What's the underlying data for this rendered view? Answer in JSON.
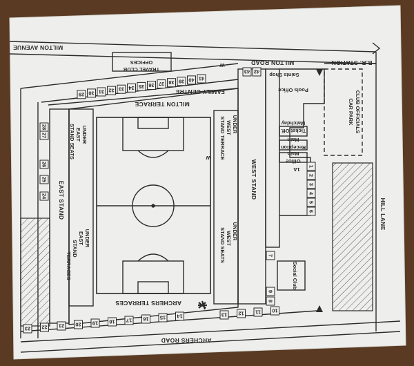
{
  "map": {
    "roads": {
      "milton_avenue": "MILTON AVENUE",
      "milton_road": "MILTON ROAD",
      "milton_terrace": "MILTON TERRACE",
      "archers_road": "ARCHERS ROAD",
      "hill_lane": "HILL LANE",
      "br_station": "B.R. STATION"
    },
    "buildings": {
      "travel_club_offices": [
        "TRAVEL CLUB",
        "OFFICES"
      ],
      "family_centre": "FAMILY CENTRE",
      "saints_shop": "Saints Shop",
      "pools_office": "Pools Office",
      "matchday_ticket_office": [
        "Matchday",
        "Ticket Off."
      ],
      "main_reception": [
        "Main",
        "Reception"
      ],
      "main_office": [
        "Main",
        "Office"
      ],
      "social_club": "Social Club",
      "club_officials_car_park": [
        "CLUB OFFICIALS",
        "CAR PARK"
      ]
    },
    "stands": {
      "under_east_stand_seats": [
        "UNDER",
        "EAST",
        "STAND SEATS"
      ],
      "east_stand": "EAST STAND",
      "under_east_stand_terraces": [
        "UNDER",
        "EAST",
        "STAND",
        "TERRACES"
      ],
      "under_west_stand_terrace": [
        "UNDER",
        "WEST",
        "STAND TERRACE"
      ],
      "west_stand": "WEST STAND",
      "under_west_stand_seats": [
        "UNDER",
        "WEST",
        "STAND SEATS"
      ],
      "archers_terraces": "ARCHERS TERRACES"
    },
    "markers": {
      "w1": "W",
      "w2": "W",
      "block_1a": "1A"
    },
    "gates": {
      "milton_road": [
        "41",
        "40",
        "39",
        "38",
        "37",
        "36",
        "35",
        "34",
        "33",
        "32",
        "31",
        "30",
        "29",
        "43",
        "42"
      ],
      "east_side": [
        "28",
        "27",
        "26",
        "25",
        "24"
      ],
      "archers_road": [
        "23",
        "22",
        "21",
        "20",
        "19",
        "18",
        "17",
        "16",
        "15",
        "14",
        "13",
        "12",
        "11",
        "10"
      ],
      "west_side": [
        "1",
        "2",
        "3",
        "4",
        "5",
        "6",
        "7",
        "8",
        "9"
      ]
    },
    "colors": {
      "paper": "#eeeeec",
      "ink": "#2b2b2b",
      "wood": "#5a3a22"
    }
  }
}
